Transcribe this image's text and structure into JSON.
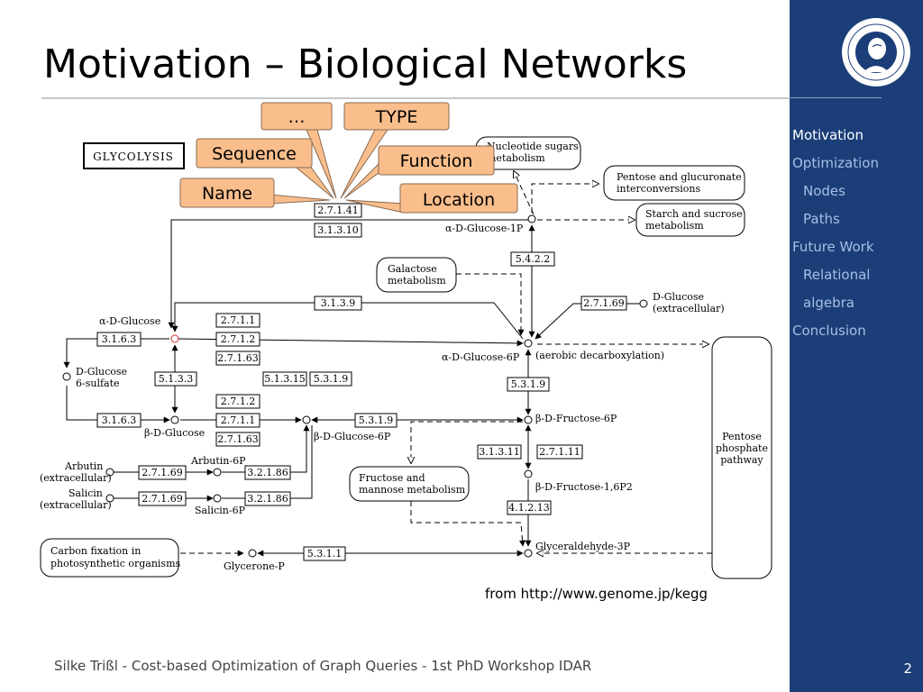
{
  "slide": {
    "title": "Motivation – Biological Networks",
    "footer": "Silke Trißl - Cost-based Optimization of Graph Queries - 1st PhD Workshop IDAR",
    "page_number": "2",
    "source": "from http://www.genome.jp/kegg"
  },
  "nav": {
    "items": [
      {
        "label": "Motivation",
        "active": true
      },
      {
        "label": "Optimization",
        "active": false
      },
      {
        "label": "Nodes",
        "active": false
      },
      {
        "label": "Paths",
        "active": false
      },
      {
        "label": "Future Work",
        "active": false
      },
      {
        "label": "Relational",
        "active": false
      },
      {
        "label": "algebra",
        "active": false
      },
      {
        "label": "Conclusion",
        "active": false
      }
    ]
  },
  "colors": {
    "sidebar": "#1b3e78",
    "nav_active": "#ffffff",
    "nav_inactive": "#a7bfe6",
    "callout_fill": "#f9be8c",
    "callout_stroke": "#8a6a50"
  },
  "callouts": {
    "ellipsis": "…",
    "type": "TYPE",
    "sequence": "Sequence",
    "function": "Function",
    "name": "Name",
    "location": "Location"
  },
  "pathway": {
    "title": "GLYCOLYSIS",
    "maps": {
      "nucleotide_1": "Nucleotide sugars",
      "nucleotide_2": "metabolism",
      "pentose_gluc_1": "Pentose and glucuronate",
      "pentose_gluc_2": "interconversions",
      "starch_1": "Starch and sucrose",
      "starch_2": "metabolism",
      "galactose_1": "Galactose",
      "galactose_2": "metabolism",
      "fructose_1": "Fructose and",
      "fructose_2": "mannose metabolism",
      "carbon_1": "Carbon fixation in",
      "carbon_2": "photosynthetic organisms",
      "ppp_1": "Pentose",
      "ppp_2": "phosphate",
      "ppp_3": "pathway"
    },
    "compounds": {
      "a_glucose_1p": "α-D-Glucose-1P",
      "d_glucose_ext_1": "D-Glucose",
      "d_glucose_ext_2": "(extracellular)",
      "a_glucose": "α-D-Glucose",
      "a_glucose_6p": "α-D-Glucose-6P",
      "aerobic": "(aerobic decarboxylation)",
      "d_glucose_6s_1": "D-Glucose",
      "d_glucose_6s_2": "6-sulfate",
      "b_fructose_6p": "β-D-Fructose-6P",
      "b_glucose": "β-D-Glucose",
      "b_glucose_6p": "β-D-Glucose-6P",
      "arbutin_ext_1": "Arbutin",
      "arbutin_ext_2": "(extracellular)",
      "arbutin_6p": "Arbutin-6P",
      "salicin_ext_1": "Salicin",
      "salicin_ext_2": "(extracellular)",
      "salicin_6p": "Salicin-6P",
      "b_fructose_16p2": "β-D-Fructose-1,6P2",
      "glyceraldehyde_3p": "Glyceraldehyde-3P",
      "glycerone_p": "Glycerone-P"
    },
    "enzymes": {
      "e_2_7_1_41": "2.7.1.41",
      "e_3_1_3_10": "3.1.3.10",
      "e_5_4_2_2": "5.4.2.2",
      "e_3_1_3_9": "3.1.3.9",
      "e_2_7_1_69_top": "2.7.1.69",
      "e_2_7_1_1_a": "2.7.1.1",
      "e_2_7_1_2_a": "2.7.1.2",
      "e_2_7_1_63_a": "2.7.1.63",
      "e_3_1_6_3_a": "3.1.6.3",
      "e_5_1_3_3": "5.1.3.3",
      "e_5_1_3_15": "5.1.3.15",
      "e_5_3_1_9_a": "5.3.1.9",
      "e_5_3_1_9_b": "5.3.1.9",
      "e_2_7_1_2_b": "2.7.1.2",
      "e_2_7_1_1_b": "2.7.1.1",
      "e_2_7_1_63_b": "2.7.1.63",
      "e_3_1_6_3_b": "3.1.6.3",
      "e_5_3_1_9_c": "5.3.1.9",
      "e_3_1_3_11": "3.1.3.11",
      "e_2_7_1_11": "2.7.1.11",
      "e_2_7_1_69_arb": "2.7.1.69",
      "e_3_2_1_86_arb": "3.2.1.86",
      "e_2_7_1_69_sal": "2.7.1.69",
      "e_3_2_1_86_sal": "3.2.1.86",
      "e_4_1_2_13": "4.1.2.13",
      "e_5_3_1_1": "5.3.1.1"
    }
  }
}
